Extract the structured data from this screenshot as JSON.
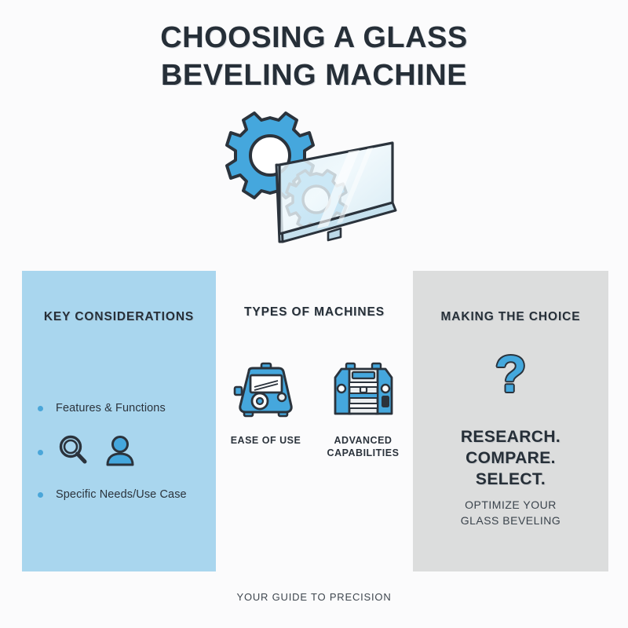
{
  "title": {
    "line1": "CHOOSING A GLASS",
    "line2": "BEVELING MACHINE"
  },
  "hero": {
    "icon": "gears-and-glass-pane-illustration"
  },
  "panels": {
    "left": {
      "heading": "KEY CONSIDERATIONS",
      "bullets": [
        {
          "type": "text",
          "label": "Features & Functions"
        },
        {
          "type": "icons",
          "icons": [
            "magnifier-icon",
            "user-icon"
          ]
        },
        {
          "type": "text",
          "label": "Specific Needs/Use Case"
        }
      ]
    },
    "middle": {
      "heading": "TYPES OF MACHINES",
      "machines": [
        {
          "icon": "simple-machine-icon",
          "label_line1": "EASE OF",
          "label_line2": "USE"
        },
        {
          "icon": "industrial-machine-icon",
          "label_line1": "ADVANCED",
          "label_line2": "CAPABILITIES"
        }
      ]
    },
    "right": {
      "heading": "MAKING THE CHOICE",
      "question_mark": "?",
      "cta": {
        "line1": "RESEARCH.",
        "line2": "COMPARE.",
        "line3": "SELECT."
      },
      "subcta": {
        "line1": "OPTIMIZE YOUR",
        "line2": "GLASS BEVELING"
      }
    }
  },
  "footer": {
    "tagline": "YOUR GUIDE TO PRECISION"
  },
  "colors": {
    "accent_blue": "#44a8dd",
    "panel_blue": "#a9d6ee",
    "panel_grey": "#dcdddd",
    "ink": "#2b333c",
    "background": "#fbfbfc"
  }
}
